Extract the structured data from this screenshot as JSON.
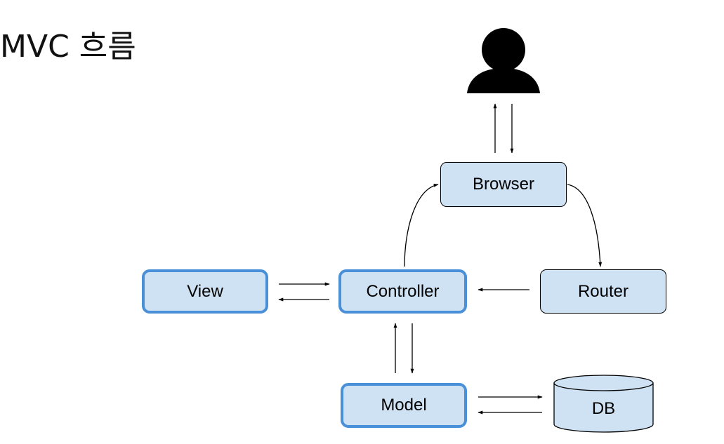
{
  "title": "MVC 흐름",
  "nodes": {
    "browser": "Browser",
    "router": "Router",
    "view": "View",
    "controller": "Controller",
    "model": "Model",
    "db": "DB"
  },
  "colors": {
    "node_fill": "#cfe2f3",
    "highlight_border": "#4a90d9",
    "line": "#000000"
  },
  "icons": {
    "user": "user-icon"
  }
}
